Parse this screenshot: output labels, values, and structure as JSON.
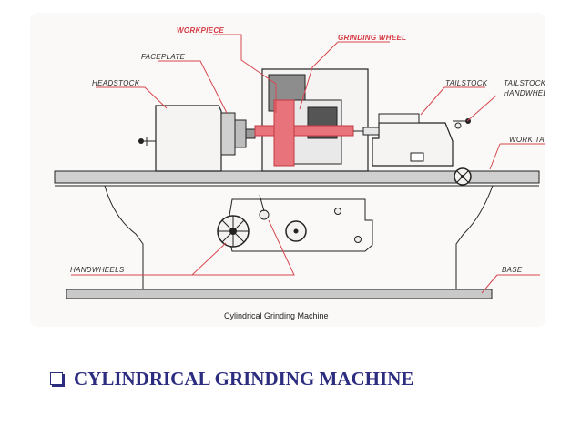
{
  "diagram": {
    "labels": {
      "workpiece": "WORKPIECE",
      "grinding_wheel": "GRINDING WHEEL",
      "faceplate": "FACEPLATE",
      "headstock": "HEADSTOCK",
      "tailstock": "TAILSTOCK",
      "tailstock_handwheel_line1": "TAILSTOCK",
      "tailstock_handwheel_line2": "HANDWHEEL",
      "work_table": "WORK TAB",
      "handwheels": "HANDWHEELS",
      "base": "BASE"
    },
    "caption": "Cylindrical Grinding Machine"
  },
  "slide": {
    "title": "CYLINDRICAL GRINDING MACHINE"
  },
  "colors": {
    "title": "#2d2d80",
    "accent_red": "#d6464f",
    "panel": "#fbf9f7"
  }
}
